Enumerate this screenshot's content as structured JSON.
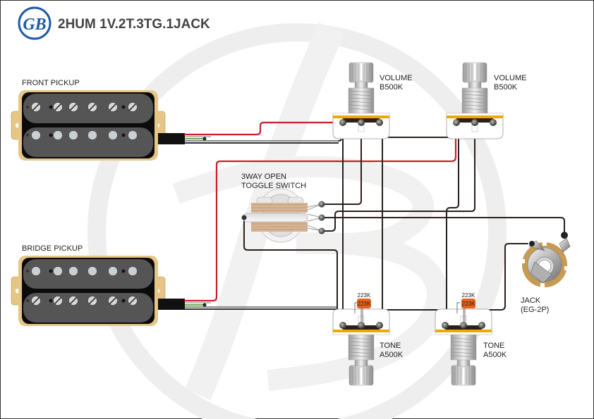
{
  "header": {
    "logo_text": "GB",
    "title": "2HUM 1V.2T.3TG.1JACK"
  },
  "components": {
    "front_pickup": {
      "label": "FRONT PICKUP"
    },
    "bridge_pickup": {
      "label": "BRIDGE PICKUP"
    },
    "volume_1": {
      "line1": "VOLUME",
      "line2": "B500K"
    },
    "volume_2": {
      "line1": "VOLUME",
      "line2": "B500K"
    },
    "toggle_switch": {
      "line1": "3WAY OPEN",
      "line2": "TOGGLE SWITCH"
    },
    "tone_1": {
      "line1": "TONE",
      "line2": "A500K",
      "capacitor": "223K",
      "capacitor_body": "223K"
    },
    "tone_2": {
      "line1": "TONE",
      "line2": "A500K",
      "capacitor": "223K",
      "capacitor_body": "223K"
    },
    "jack": {
      "line1": "JACK",
      "line2": "(EG-2P)"
    }
  },
  "colors": {
    "wire_red": "#c8202a",
    "wire_black": "#2a1f1c",
    "wire_green": "#6aa84f",
    "pot_orange": "#f0a800",
    "cap_orange": "#e8601c",
    "bobbin_cream": "#e6c687",
    "watermark": "#efefef",
    "logo_blue": "#1e5aa8"
  }
}
